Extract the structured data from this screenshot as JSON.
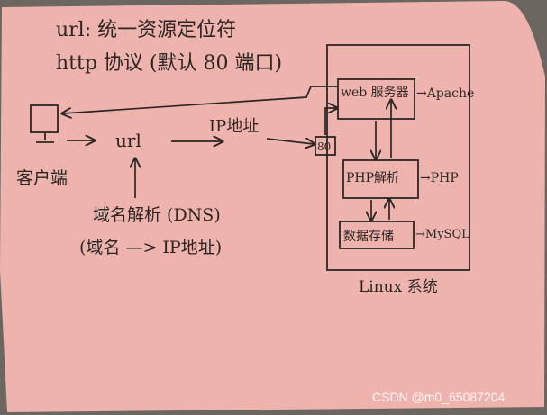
{
  "notes": {
    "url_definition": "url: 统一资源定位符",
    "http_protocol": "http 协议 (默认 80 端口)"
  },
  "client": {
    "label": "客户端"
  },
  "flow": {
    "url_label": "url",
    "ip_label": "IP地址",
    "port_label": "80"
  },
  "dns": {
    "resolution_label": "域名解析 (DNS)",
    "mapping_label": "(域名 —> IP地址)"
  },
  "server": {
    "os_label": "Linux 系统",
    "web_server_label": "web 服务器",
    "web_server_impl": "→Apache",
    "php_label": "PHP解析",
    "php_impl": "→PHP",
    "db_label": "数据存储",
    "db_impl": "→MySQL"
  },
  "watermark": "CSDN @m0_65087204",
  "colors": {
    "paper": "#efb3ad",
    "ink": "#2b2624",
    "background": "#6b665f"
  }
}
